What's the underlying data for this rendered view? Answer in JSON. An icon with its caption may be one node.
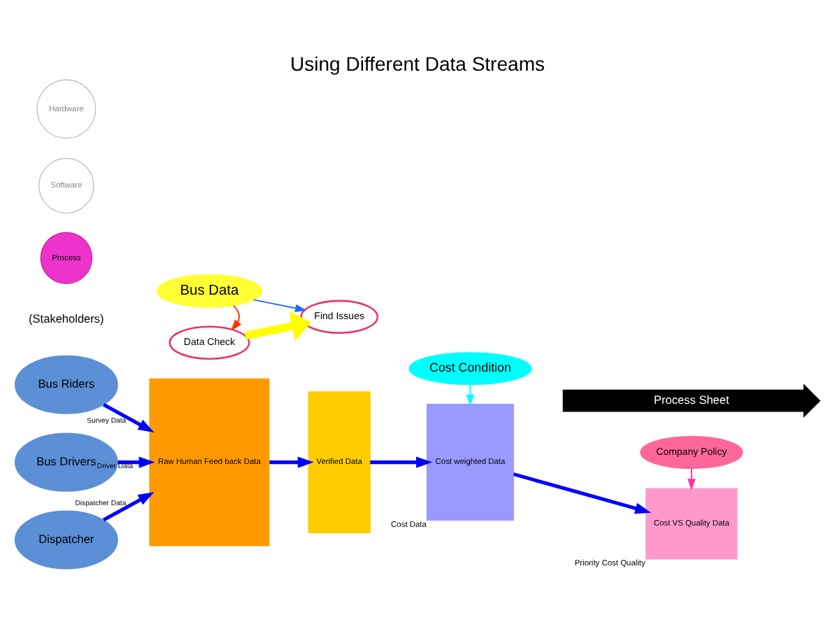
{
  "diagram": {
    "title": "Using Different Data Streams",
    "nodes": [
      {
        "text": [
          "Hardware"
        ]
      },
      {
        "text": [
          "Software"
        ]
      },
      {
        "text": [
          "Process"
        ]
      },
      {
        "text": [
          "Bus Data"
        ]
      },
      {
        "text": [
          "Cost Condition"
        ]
      },
      {
        "text": [
          "Company Policy"
        ]
      },
      {
        "text": [
          "Bus Riders"
        ]
      },
      {
        "text": [
          "Bus Drivers"
        ]
      },
      {
        "text": [
          "Dispatcher"
        ]
      },
      {
        "text": [
          "Data Check"
        ]
      },
      {
        "text": [
          "Find Issues"
        ]
      },
      {
        "text": [
          "Raw Human Feed back Data"
        ]
      },
      {
        "text": [
          "Verified Data"
        ]
      },
      {
        "text": [
          "Cost weighted Data"
        ],
        "beside": [
          "Cost Data"
        ]
      },
      {
        "text": [
          "Cost VS Quality Data"
        ],
        "beside": [
          "Priority Cost Quality"
        ]
      },
      {
        "text": [
          "Process Sheet"
        ]
      }
    ],
    "edges": [
      {
        "from": 6,
        "to": 11,
        "arrow": "to",
        "label": "Survey Data"
      },
      {
        "from": 7,
        "to": 11,
        "arrow": "to",
        "label": "Driver Data"
      },
      {
        "from": 8,
        "to": 11,
        "arrow": "to",
        "label": "Dispatcher Data"
      },
      {
        "from": 3,
        "to": 9,
        "arrow": "to",
        "color": "#ff3300"
      },
      {
        "from": 3,
        "to": 10,
        "arrow": "to",
        "color": "#1a6cff"
      },
      {
        "from": 9,
        "to": 10,
        "arrow": "to",
        "style": "thick",
        "color": "#ffff00"
      },
      {
        "from": 11,
        "to": 12,
        "arrow": "to"
      },
      {
        "from": 12,
        "to": 13,
        "arrow": "to"
      },
      {
        "from": 13,
        "to": 14,
        "arrow": "to"
      },
      {
        "from": 4,
        "to": 13,
        "arrow": "to",
        "color": "#00ffff"
      },
      {
        "from": 5,
        "to": 14,
        "arrow": "to",
        "color": "#ff3399"
      }
    ],
    "labels": [
      "(Stakeholders)"
    ]
  }
}
